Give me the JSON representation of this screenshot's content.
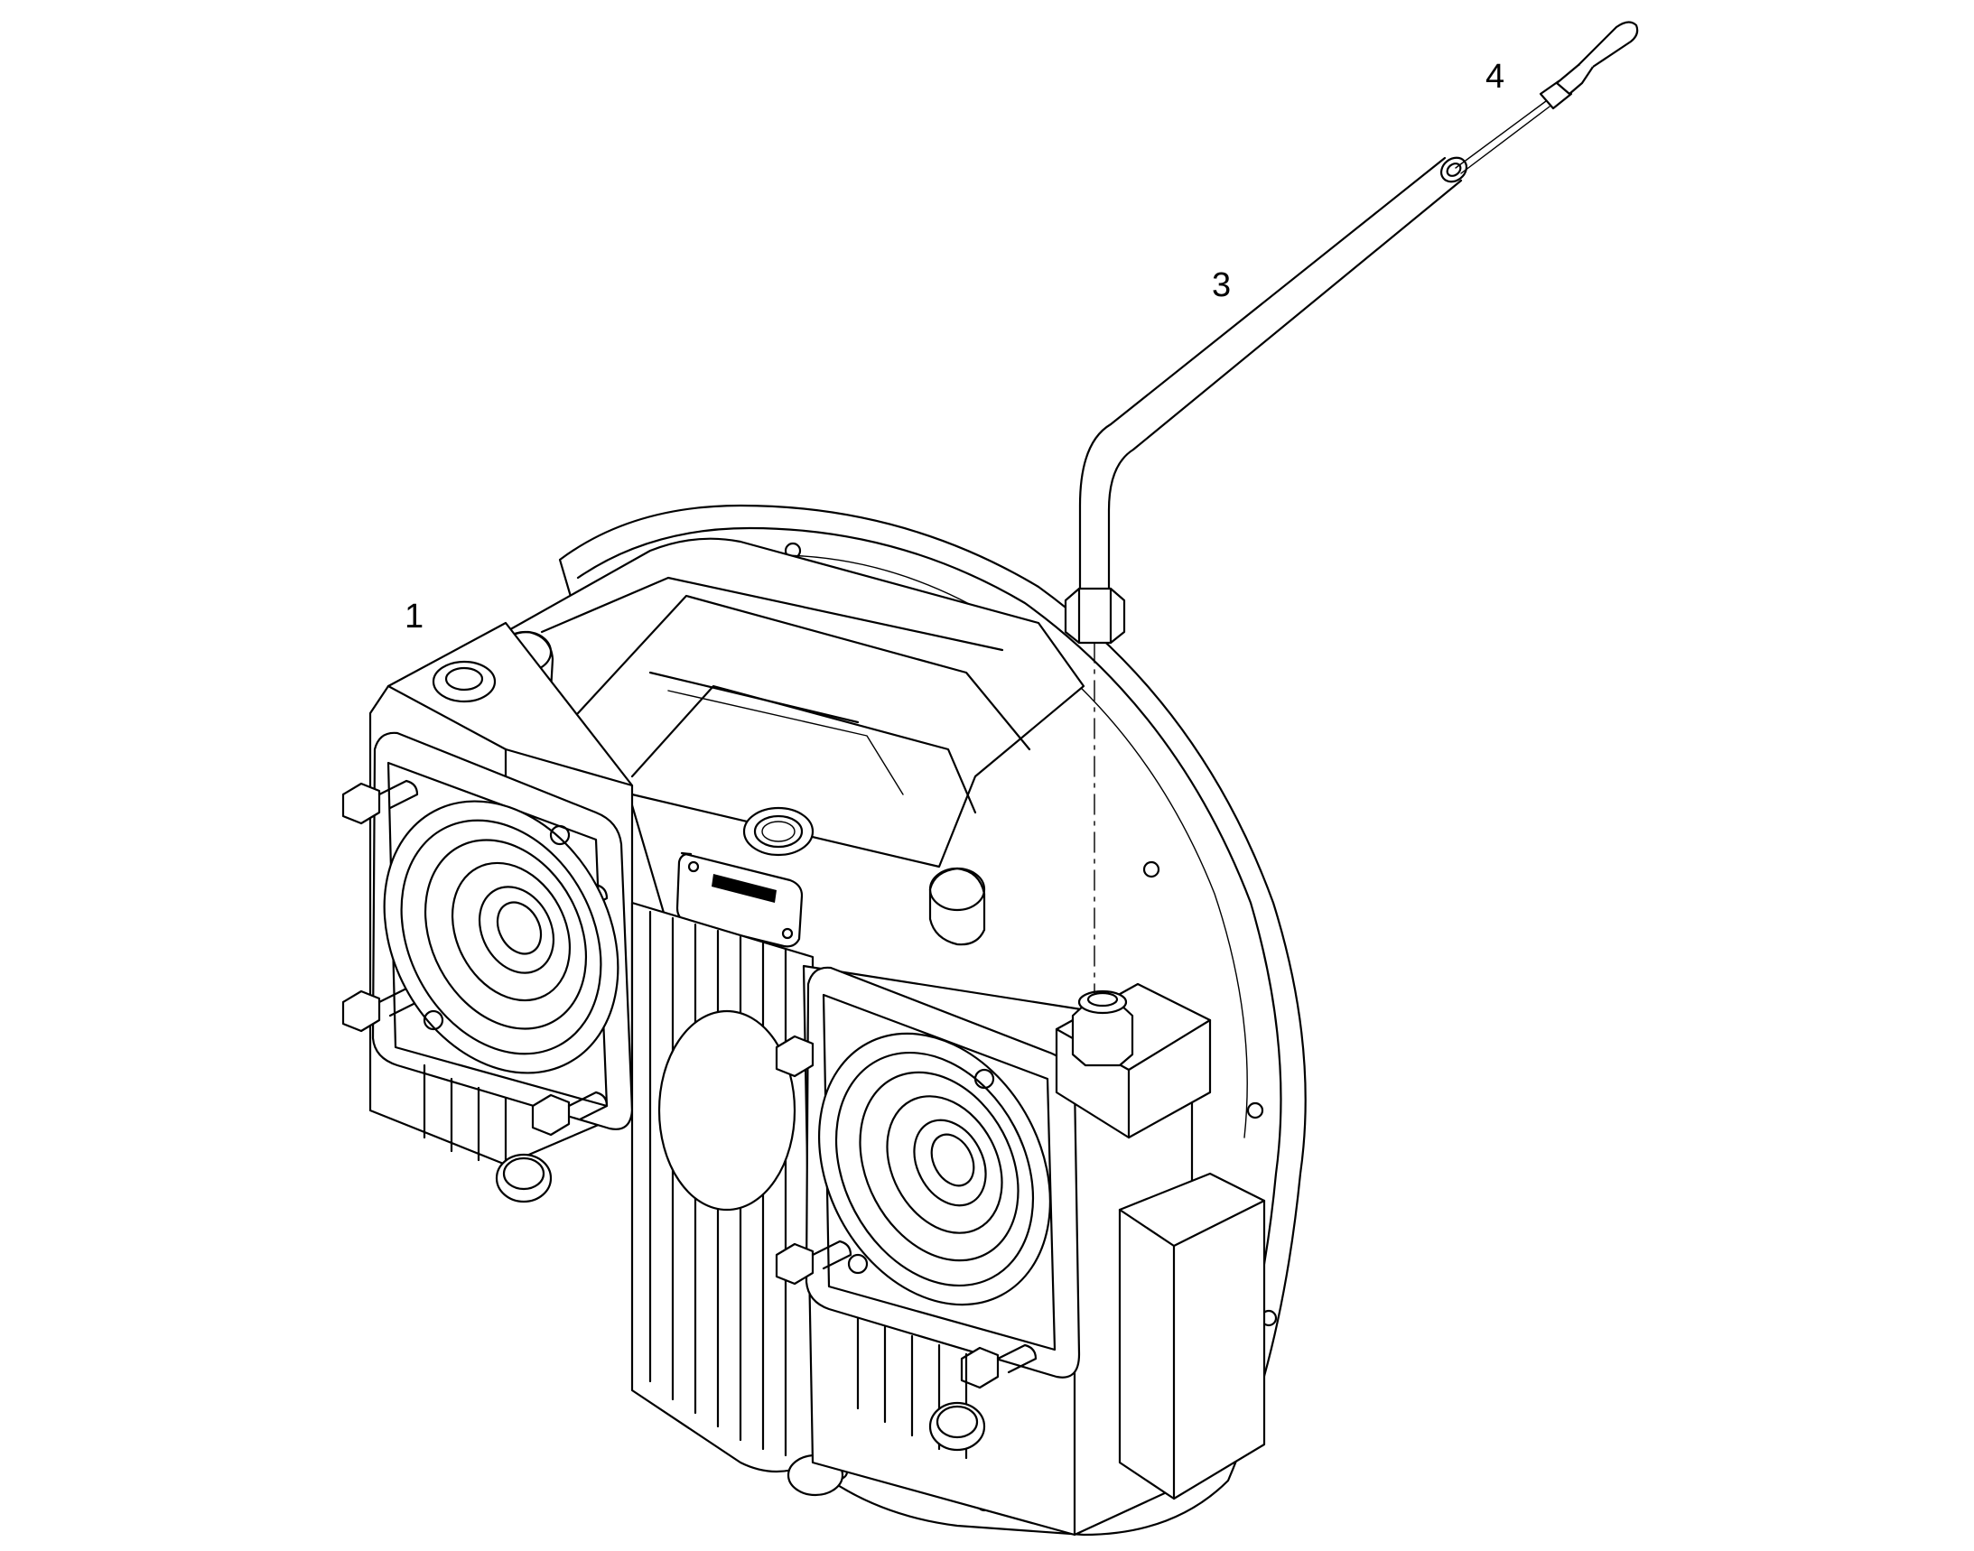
{
  "diagram": {
    "callouts": [
      {
        "id": "1",
        "label": "1"
      },
      {
        "id": "3",
        "label": "3"
      },
      {
        "id": "4",
        "label": "4"
      }
    ],
    "nameplate_text": "",
    "colors": {
      "line": "#000000",
      "background": "#ffffff"
    }
  }
}
